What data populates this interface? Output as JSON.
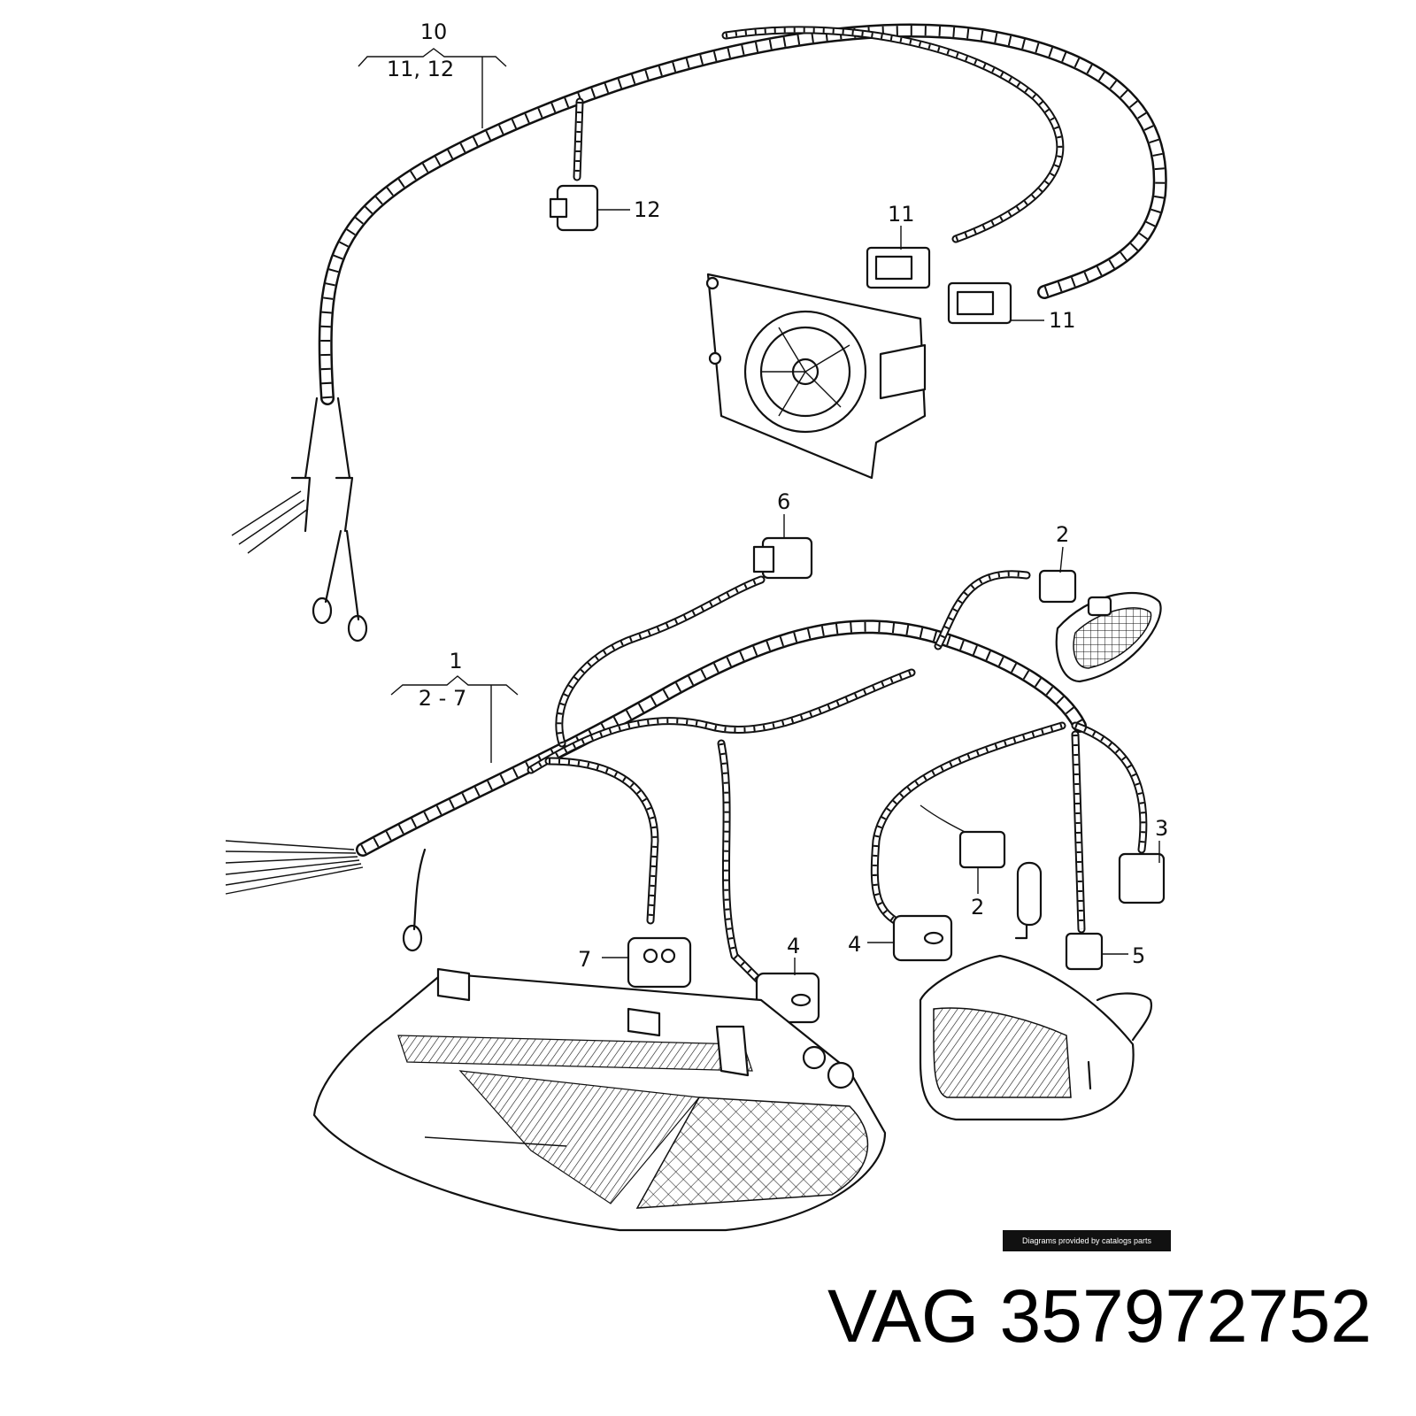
{
  "callouts": {
    "harness_top": {
      "main": "10",
      "sub": "11, 12"
    },
    "harness_front": {
      "main": "1",
      "sub": "2 - 7"
    },
    "c12": "12",
    "c11a": "11",
    "c11b": "11",
    "c6": "6",
    "c2a": "2",
    "c3": "3",
    "c2b": "2",
    "c4a": "4",
    "c5": "5",
    "c7": "7",
    "c4b": "4"
  },
  "footer": {
    "credit": "Diagrams provided by catalogs parts",
    "part_number": "VAG 357972752"
  }
}
